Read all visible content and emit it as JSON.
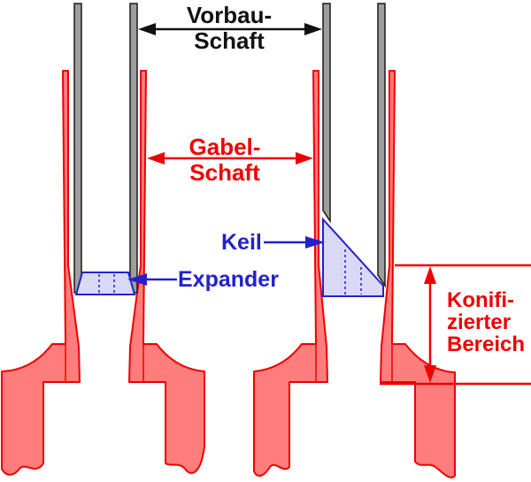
{
  "diagram": {
    "labels": {
      "vorbau_line1": "Vorbau-",
      "vorbau_line2": "Schaft",
      "gabel_line1": "Gabel-",
      "gabel_line2": "Schaft",
      "keil": "Keil",
      "expander": "Expander",
      "konifiziert_line1": "Konifi-",
      "konifiziert_line2": "zierter",
      "konifiziert_line3": "Bereich"
    },
    "colors": {
      "stem_tube_fill": "#9e9e9e",
      "stem_tube_stroke": "#1a1a1a",
      "fork_fill": "#ff7d7d",
      "fork_stroke": "#ee0000",
      "wedge_fill": "#d9d9f6",
      "wedge_stroke": "#2222cc",
      "dimension_red": "#ee0000",
      "label_black": "#111111",
      "label_red": "#ee0000",
      "label_blue": "#2222cc"
    }
  }
}
